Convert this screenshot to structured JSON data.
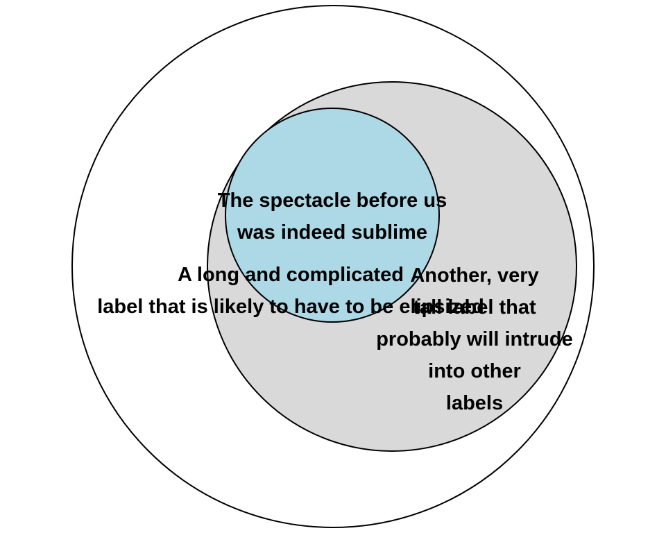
{
  "colors": {
    "outer_fill": "#ffffff",
    "middle_fill": "#d9d9d9",
    "inner_fill": "#add8e6",
    "stroke": "#000000",
    "text": "#000000"
  },
  "labels": {
    "inner": {
      "line1": "The spectacle before us",
      "line2": "was indeed sublime"
    },
    "middle": {
      "line1": "A long and complicated",
      "line2": "label that is likely to have to be elipsized"
    },
    "outer": {
      "line1": "Another, very",
      "line2": "tall label that",
      "line3": "probably will intrude",
      "line4": "into other",
      "line5": "labels"
    }
  }
}
